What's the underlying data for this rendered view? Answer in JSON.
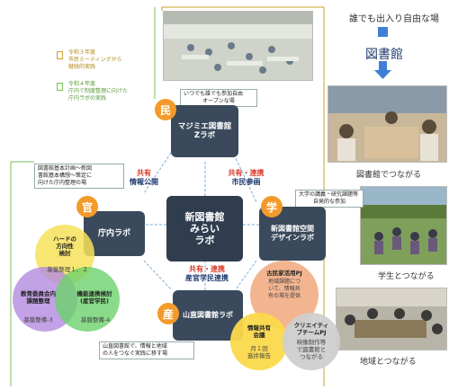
{
  "legend": {
    "item1": [
      "令和３年度",
      "市民ミーティングから",
      "継続的実践"
    ],
    "item2": [
      "令和４年度",
      "庁内で制度整理に向けた",
      "庁内ラボの実践"
    ],
    "color1": "#c9a227",
    "color2": "#7bbf5a"
  },
  "right_panel": {
    "tagline": "誰でも出入り自由な場",
    "library": "図書館",
    "caption_library": "図書館でつながる",
    "caption_students": "学生とつながる",
    "caption_community": "地域とつながる"
  },
  "tags": {
    "min": "民",
    "kan": "官",
    "gaku": "学",
    "san": "産"
  },
  "labs": {
    "center": [
      "新図書館",
      "みらい",
      "ラボ"
    ],
    "top": [
      "マジミエ図書館",
      "Zラボ"
    ],
    "left": [
      "庁内ラボ"
    ],
    "right": [
      "新図書館空間",
      "デザインラボ"
    ],
    "bottom": [
      "山直図書館ラボ"
    ]
  },
  "notes": {
    "top": [
      "いつでも誰でも参加自由",
      "オープンな場"
    ],
    "left": [
      "図書館基本計画～新図",
      "書館基本構想～策定に",
      "向けた庁内整理の場"
    ],
    "right": [
      "大学の講義・研究課題等",
      "自発的な参加"
    ],
    "bottom": [
      "山直図書館で、情報と地域",
      "の人をつなぐ実践に移す場"
    ]
  },
  "relations": {
    "left": {
      "a": "共有",
      "b": "情報公開"
    },
    "top_right": {
      "a": "共有・連携",
      "b": "市民参画"
    },
    "bottom": {
      "a": "共有・連携",
      "b": "産官学民連携"
    }
  },
  "venn": {
    "top_title": [
      "ハードの",
      "方向性",
      "検討"
    ],
    "top_sub": "基盤整理１、２",
    "left_title": [
      "教育委員会内",
      "課題整理"
    ],
    "left_sub": "基盤整備-3",
    "right_title": [
      "機能連携検討",
      "(産官学民)"
    ],
    "right_sub": "基盤整備-4"
  },
  "projects": {
    "top_title": "古民家活用PJ",
    "top_text": [
      "地域課題につ",
      "いて、情報共",
      "有の場を提供"
    ],
    "left_title": [
      "情報共有",
      "会議"
    ],
    "left_text": [
      "月１回",
      "進捗報告"
    ],
    "right_title": [
      "クリエイティ",
      "ブチームPJ"
    ],
    "right_text": [
      "映像制作等",
      "で図書館と",
      "つながる"
    ]
  }
}
